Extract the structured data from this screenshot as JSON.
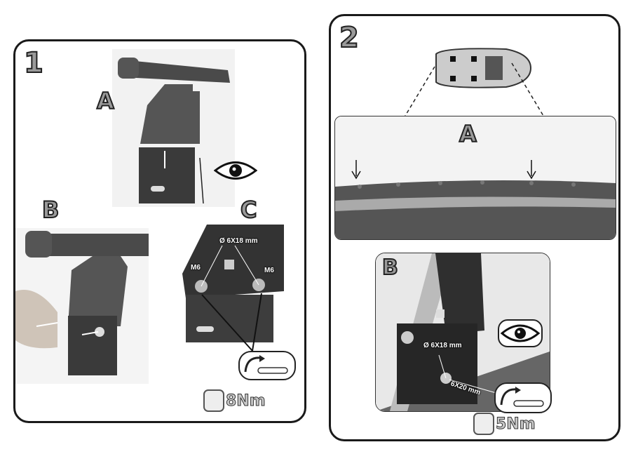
{
  "step1": {
    "number": "1",
    "sub_a": "A",
    "sub_b": "B",
    "sub_c": "C",
    "bolt_label": "Ø 6X18  mm",
    "nut_left": "M6",
    "nut_right": "M6",
    "torque": "8Nm"
  },
  "step2": {
    "number": "2",
    "sub_a": "A",
    "sub_b": "B",
    "bolt_label": "Ø 6X18  mm",
    "screw_label": "6X20  mm",
    "torque": "5Nm"
  }
}
